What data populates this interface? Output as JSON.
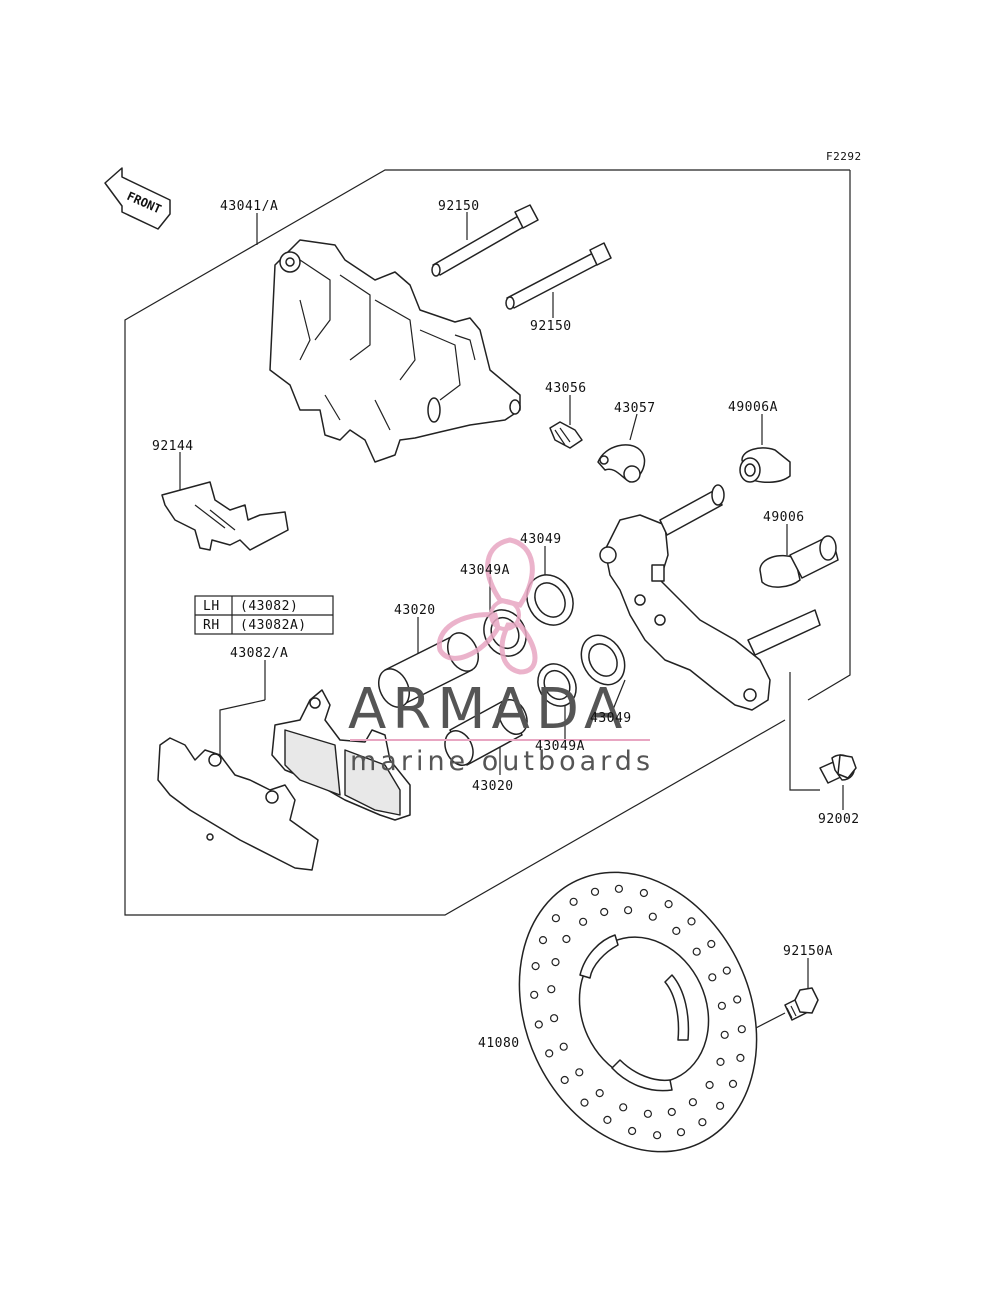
{
  "figure_code": "F2292",
  "front_label": "FRONT",
  "parts": {
    "caliper_assy": "43041/A",
    "pin_upper": "92150",
    "pin_lower": "92150",
    "bleeder_valve": "43056",
    "bleeder_cap": "43057",
    "boot_a": "49006A",
    "bolt_49006": "49006",
    "spring": "92144",
    "seal_upper": "43049",
    "seal_a_upper": "43049A",
    "piston_upper": "43020",
    "pad_assy": "43082/A",
    "seal_lower": "43049",
    "seal_a_lower": "43049A",
    "piston_lower": "43020",
    "bolt_92002": "92002",
    "bolt_92150a": "92150A",
    "disc": "41080"
  },
  "side_table": {
    "rows": [
      {
        "side": "LH",
        "part": "(43082)"
      },
      {
        "side": "RH",
        "part": "(43082A)"
      }
    ]
  },
  "watermark": {
    "brand": "ARMADA",
    "tagline": "marine outboards",
    "accent_color": "#e8a6c2"
  }
}
